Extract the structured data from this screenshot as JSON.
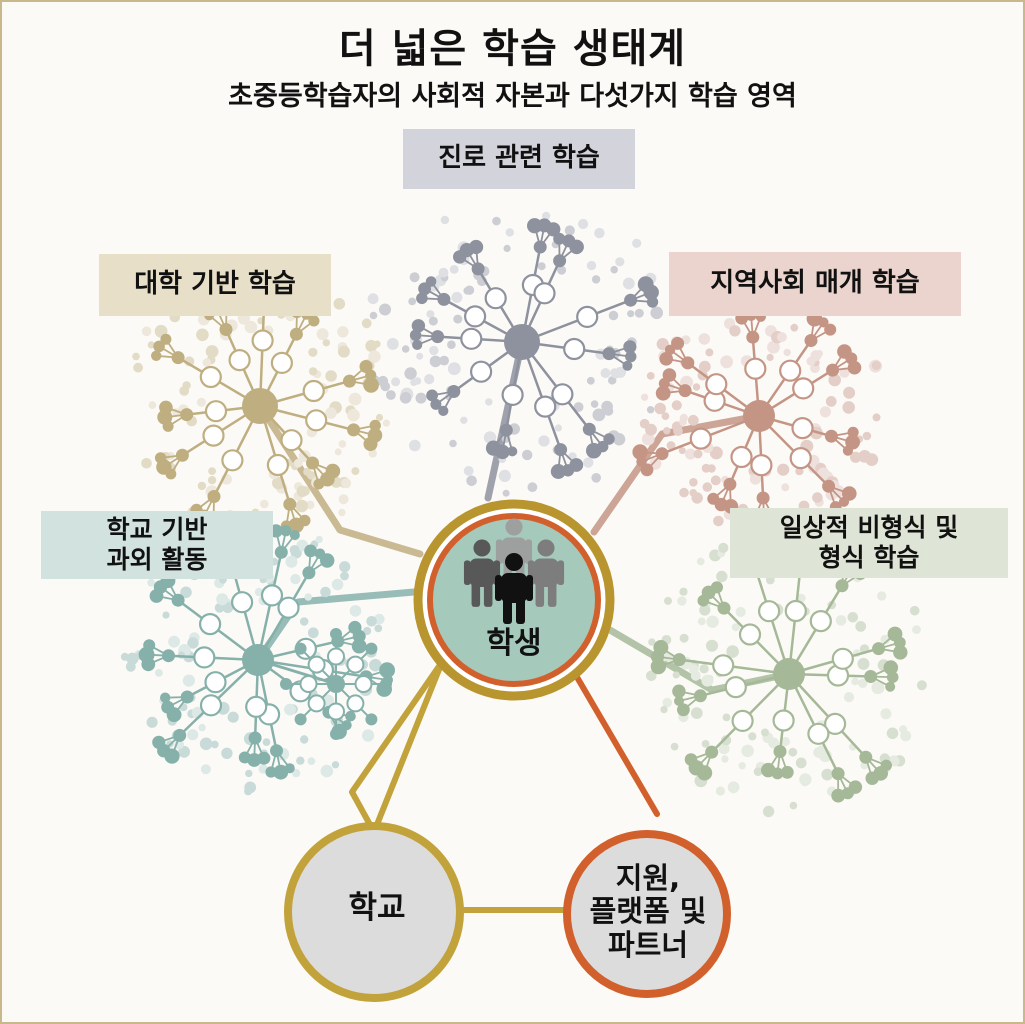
{
  "title": "더 넓은 학습 생태계",
  "subtitle": "초중등학습자의 사회적 자본과 다섯가지 학습 영역",
  "domains": {
    "career": "진로 관련 학습",
    "university": "대학 기반 학습",
    "community": "지역사회 매개 학습",
    "school_extracurricular": "학교 기반\n과외 활동",
    "informal_formal": "일상적 비형식 및\n형식 학습"
  },
  "nodes": {
    "student": "학생",
    "school": "학교",
    "support": "지원,\n플랫폼 및\n파트너"
  },
  "colors": {
    "career": "#8e929e",
    "university": "#bfae80",
    "community": "#c49585",
    "school_extracurricular": "#86b0aa",
    "informal_formal": "#a5b897",
    "student_ring_outer": "#b8952e",
    "student_ring_inner": "#d2602c",
    "student_fill": "#a5c9bb",
    "school_ring": "#c2a23a",
    "support_ring": "#d2602c",
    "triangle_left": "#c2a23a",
    "triangle_right": "#d2602c",
    "node_fill": "#dcdcdc"
  },
  "icons": [
    "people-group-icon"
  ]
}
